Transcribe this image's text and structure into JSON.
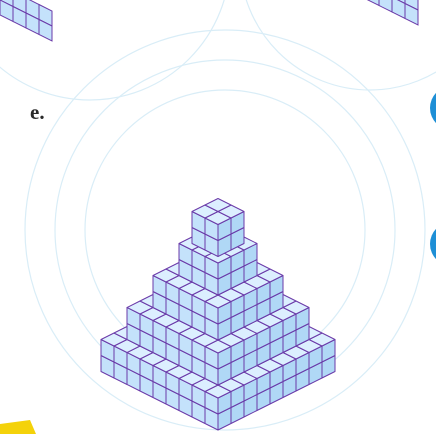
{
  "part_label": "e.",
  "figure": {
    "description_type": "isometric-cube-pyramid",
    "layers_bottom_to_top": [
      {
        "width": 9,
        "depth": 9,
        "height": 2
      },
      {
        "width": 7,
        "depth": 7,
        "height": 2
      },
      {
        "width": 5,
        "depth": 5,
        "height": 2
      },
      {
        "width": 3,
        "depth": 3,
        "height": 2
      },
      {
        "width": 2,
        "depth": 2,
        "height": 2
      }
    ],
    "colors": {
      "top_face": "#dcefff",
      "left_face": "#c4e2fb",
      "right_face": "#b0d8f6",
      "edge": "#6a3aa8",
      "background_arcs": "#d9edf7",
      "accent_circle": "#1e8fd6",
      "yellow_corner": "#f4d20a"
    }
  }
}
